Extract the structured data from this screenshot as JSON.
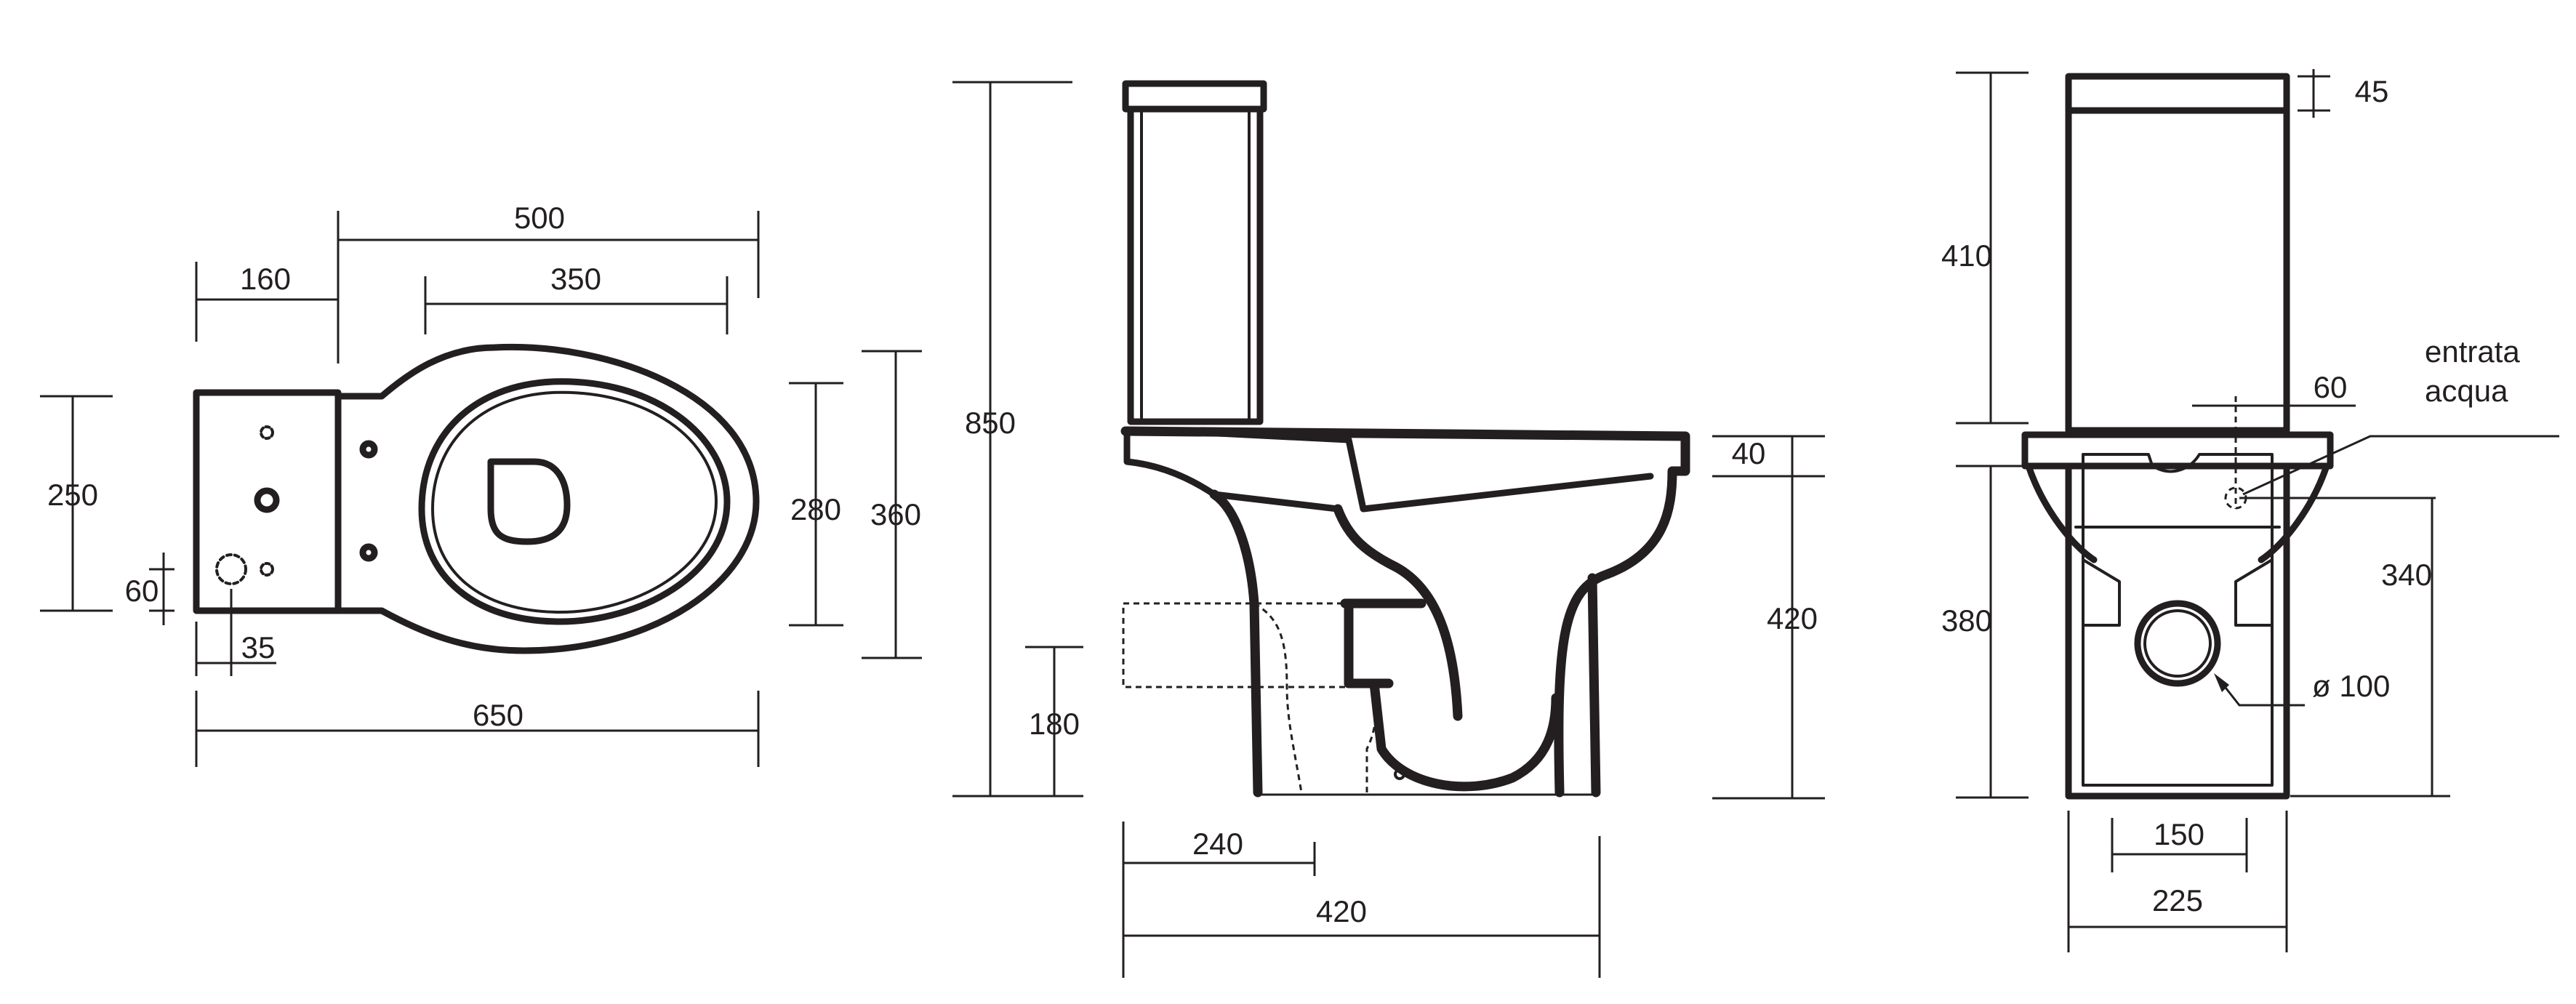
{
  "top_view": {
    "dims": [
      "500",
      "160",
      "350",
      "250",
      "280",
      "360",
      "60",
      "35",
      "650"
    ]
  },
  "side_view": {
    "dims": [
      "850",
      "40",
      "420",
      "180",
      "240",
      "420"
    ]
  },
  "front_view": {
    "dims": [
      "45",
      "410",
      "60",
      "340",
      "380",
      "150",
      "225"
    ],
    "water_inlet_label": [
      "entrata",
      "acqua"
    ],
    "drain_label": "ø 100"
  }
}
